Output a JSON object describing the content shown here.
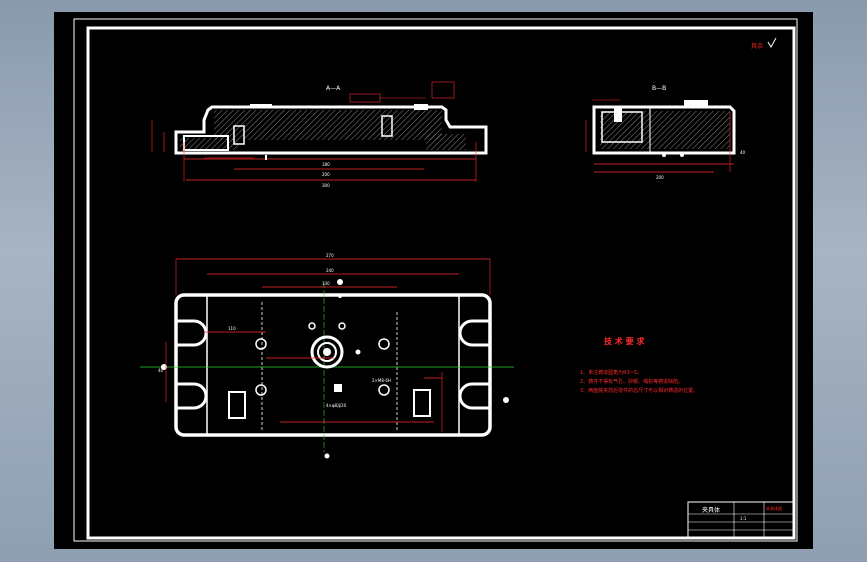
{
  "drawing": {
    "roughness_mark": "其余",
    "section_a_title": "A—A",
    "section_b_title": "B—B",
    "tech_title": "技 术 要 求",
    "tech_notes": [
      "1、未注铸造圆角为R3~5。",
      "2、铸件不得有气孔、砂眼、缩松等铸造缺陷。",
      "3、两面装夹前后零件的总尺寸可以相对铸造的位置。"
    ],
    "dims_top": {
      "overall": "300",
      "inner": "180",
      "mid": "200"
    },
    "dims_plan": {
      "overall": "270",
      "second": "240",
      "third": "130",
      "fourth": "110",
      "left_small": "40",
      "note1": "2×M8-6H",
      "note2": "4×φ8深20"
    },
    "dims_side": {
      "width": "200",
      "height": "40"
    },
    "title_block": {
      "name": "夹具体",
      "drawing_no": "夹具体图",
      "scale": "1:1"
    }
  }
}
